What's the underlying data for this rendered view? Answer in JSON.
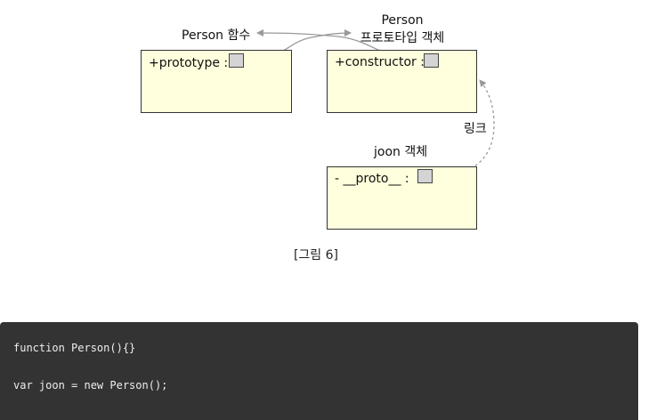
{
  "diagram": {
    "person_function": {
      "label": "Person 함수",
      "field": "+prototype :"
    },
    "person_prototype": {
      "label_line1": "Person",
      "label_line2": "프로토타입 객체",
      "field": "+constructor :"
    },
    "joon_object": {
      "label": "joon  객체",
      "field": "- __proto__ :"
    },
    "link_label": "링크",
    "caption": "[그림 6]",
    "colors": {
      "box_fill": "#ffffdd",
      "box_border": "#333333",
      "slot_fill": "#d4d4d4",
      "arrow": "#999999"
    }
  },
  "code": {
    "lines": [
      "function Person(){}",
      "var joon = new Person();"
    ],
    "background": "#333333"
  }
}
